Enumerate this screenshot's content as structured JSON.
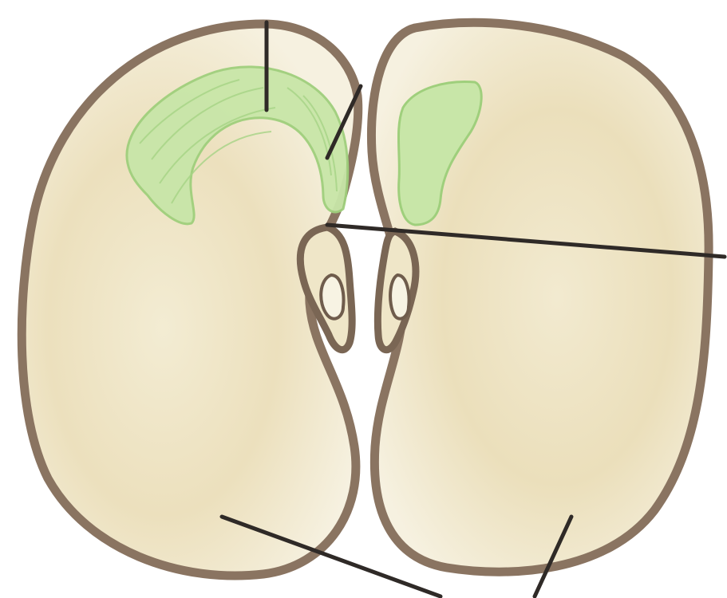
{
  "diagram": {
    "subject": "bean-seed-cross-section",
    "colors": {
      "background": "#ffffff",
      "seed_coat": "#8a7461",
      "cotyledon_edge": "#ece2c2",
      "cotyledon_core": "#e3d4a8",
      "plumule_fill": "#c8e6a8",
      "plumule_stroke": "#9fcf7c",
      "leader_line": "#2f2a27"
    },
    "parts": [
      "seed-coat",
      "left-cotyledon",
      "right-cotyledon",
      "plumule",
      "radicle",
      "hilum"
    ],
    "labels": []
  }
}
